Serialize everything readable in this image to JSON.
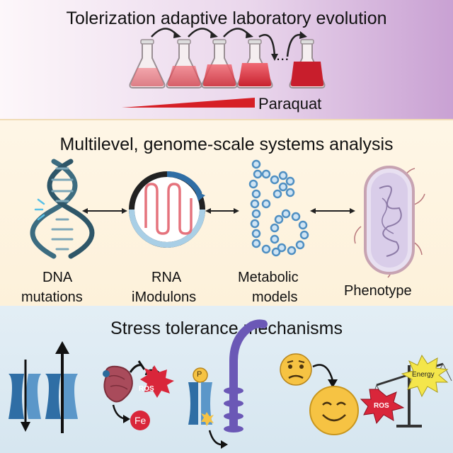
{
  "sections": {
    "evolution": {
      "title": "Tolerization adaptive laboratory evolution",
      "ellipsis": "...",
      "gradient_label": "Paraquat"
    },
    "systems": {
      "title": "Multilevel, genome-scale systems analysis",
      "levels": [
        {
          "line1": "DNA",
          "line2": "mutations"
        },
        {
          "line1": "RNA",
          "line2": "iModulons"
        },
        {
          "line1": "Metabolic",
          "line2": "models"
        },
        {
          "line1": "Phenotype",
          "line2": ""
        }
      ]
    },
    "mechanisms": {
      "title": "Stress tolerance mechanisms",
      "ros_label": "ROS",
      "fe_label": "Fe",
      "p_label": "P",
      "balance_ros": "ROS",
      "balance_energy": "Energy"
    }
  },
  "colors": {
    "flask_liquid": "#e03a48",
    "gradient_red": "#d61f26",
    "dna": "#3c6c80",
    "network_node": "#6aa9d6",
    "membrane": "#2f6ea5",
    "ros_star": "#d9263a",
    "energy_star": "#f4e64b",
    "smiley": "#f6c343"
  },
  "icons": [
    "flask-icon",
    "dna-icon",
    "imodulon-circle-icon",
    "metabolic-network-icon",
    "bacterium-icon",
    "transporter-icon",
    "protein-icon",
    "smiley-icon",
    "balance-scale-icon"
  ]
}
